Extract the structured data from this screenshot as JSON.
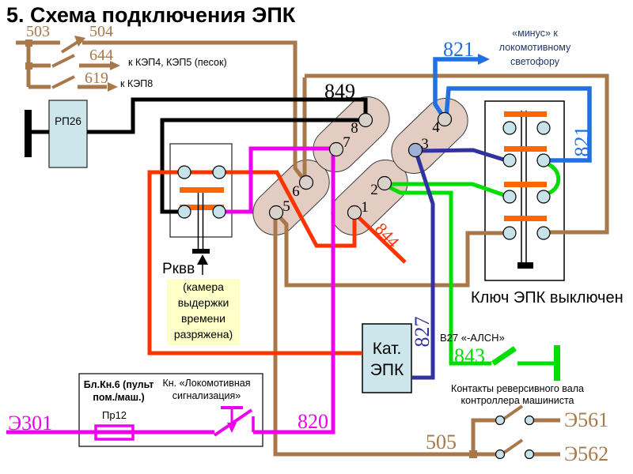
{
  "title": "5. Схема подключения ЭПК",
  "colors": {
    "brown": "#A8784A",
    "red": "#FF3300",
    "orange": "#FF6600",
    "magenta": "#EE00EE",
    "green": "#00DD00",
    "navy": "#3333A0",
    "blue": "#2070E0",
    "black": "#000000",
    "box_fill": "#CCE6EC",
    "connector_fill": "#E3CDC3",
    "pin_fill": "#D8D2CA",
    "pin3_fill": "#9FB0D6",
    "terminal_fill": "#C7E2E8",
    "note_bg": "#FFFFC8",
    "dark_blue_text": "#1F3864"
  },
  "wires": {
    "w503": "503",
    "w504": "504",
    "w644": "644",
    "w619": "619",
    "w849": "849",
    "w821_top": "821",
    "w821_side": "821",
    "w844": "844",
    "w827": "827",
    "w843": "843",
    "w820": "820",
    "w505": "505",
    "e301": "Э301",
    "e561": "Э561",
    "e562": "Э562"
  },
  "pins": {
    "p1": "1",
    "p2": "2",
    "p3": "3",
    "p4": "4",
    "p5": "5",
    "p6": "6",
    "p7": "7",
    "p8": "8"
  },
  "components": {
    "rp26": "РП26",
    "rkvv": "Рквв",
    "rkvv_note": "(камера\nвыдержки\nвремени\nразряжена)",
    "kat_epk": "Кат.\nЭПК",
    "key_state": "Ключ ЭПК выключен",
    "blkn6": "Бл.Кн.6 (пульт\nпом./маш.)",
    "kn_signal": "Кн. «Локомотивная\nсигнализация»",
    "pr12": "Пр12",
    "b27": "В27 «-АЛСН»"
  },
  "notes": {
    "kep45": "к КЭП4, КЭП5 (песок)",
    "kep8": "к КЭП8",
    "minus": "«минус» к\nлокомотивному\nсветофору",
    "reversor": "Контакты реверсивного вала\nконтроллера машиниста"
  }
}
